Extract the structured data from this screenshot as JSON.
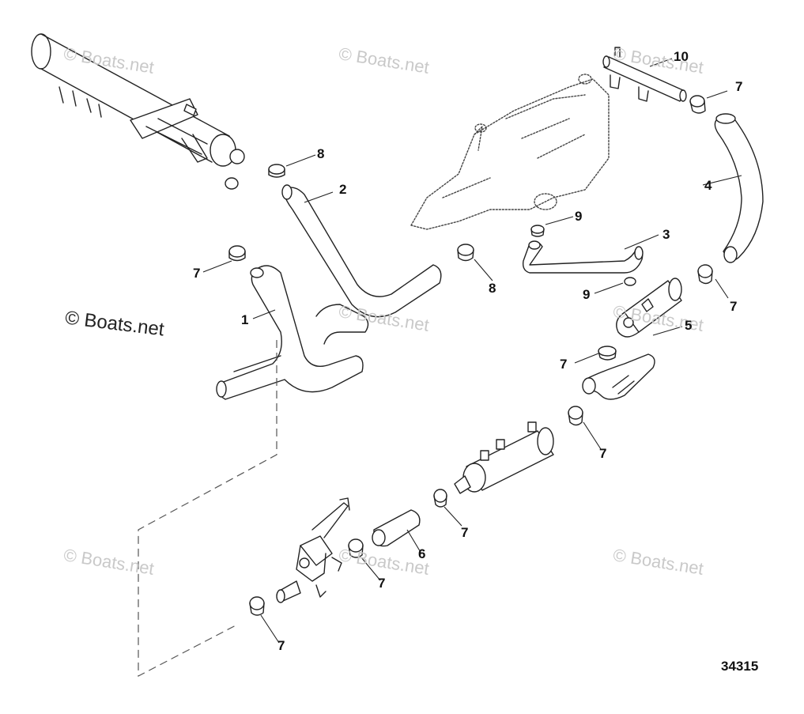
{
  "watermarks": {
    "main": "© Boats.net",
    "faint": "© Boats.net"
  },
  "figure_number": "34315",
  "callouts": {
    "c1": "1",
    "c2": "2",
    "c3": "3",
    "c4": "4",
    "c5": "5",
    "c6": "6",
    "c8a": "8",
    "c8b": "8",
    "c9a": "9",
    "c9b": "9",
    "c10": "10",
    "c7a": "7",
    "c7b": "7",
    "c7c": "7",
    "c7d": "7",
    "c7e": "7",
    "c7f": "7",
    "c7g": "7",
    "c7h": "7"
  },
  "colors": {
    "line": "#222222",
    "watermark": "#c9c9c9",
    "dashed": "#555555"
  }
}
